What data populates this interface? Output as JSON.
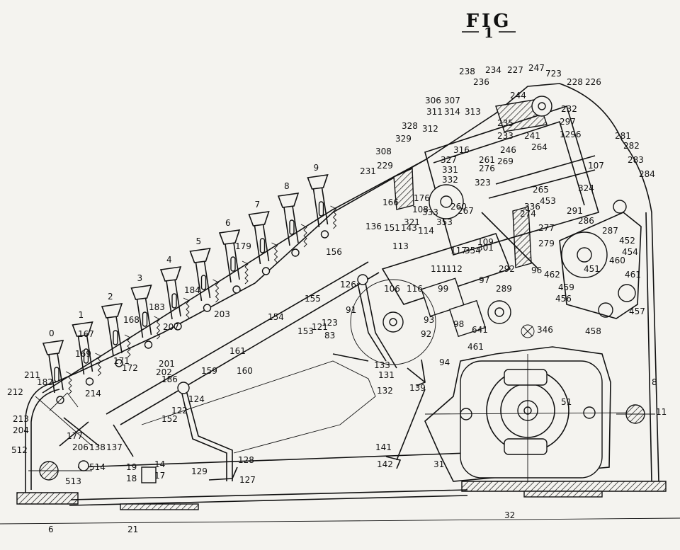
{
  "figure": {
    "title": "FIG",
    "number": "1"
  },
  "key_labels": [
    "0",
    "1",
    "2",
    "3",
    "4",
    "5",
    "6",
    "7",
    "8",
    "9"
  ],
  "reference_numerals": [
    "723",
    "247",
    "238",
    "234",
    "227",
    "236",
    "228",
    "226",
    "306",
    "307",
    "244",
    "232",
    "311",
    "314",
    "313",
    "297",
    "1296",
    "328",
    "312",
    "235",
    "233",
    "281",
    "329",
    "316",
    "241",
    "282",
    "308",
    "327",
    "261",
    "264",
    "229",
    "331",
    "276",
    "246",
    "269",
    "283",
    "231",
    "332",
    "323",
    "107",
    "284",
    "166",
    "176",
    "265",
    "108",
    "336",
    "324",
    "260",
    "333",
    "274",
    "453",
    "291",
    "267",
    "286",
    "321",
    "353",
    "277",
    "287",
    "136",
    "151",
    "143",
    "114",
    "109",
    "452",
    "179",
    "113",
    "117",
    "354",
    "301",
    "279",
    "454",
    "156",
    "451",
    "96",
    "460",
    "184",
    "111",
    "112",
    "292",
    "462",
    "106",
    "116",
    "97",
    "461",
    "289",
    "99",
    "459",
    "126",
    "456",
    "183",
    "203",
    "207",
    "154",
    "155",
    "457",
    "91",
    "641",
    "346",
    "93",
    "98",
    "92",
    "123",
    "83",
    "161",
    "153",
    "121",
    "458",
    "461",
    "94",
    "133",
    "131",
    "132",
    "139",
    "51",
    "211",
    "182",
    "201",
    "202",
    "159",
    "160",
    "212",
    "214",
    "186",
    "124",
    "122",
    "213",
    "204",
    "177",
    "138",
    "137",
    "152",
    "8",
    "11",
    "512",
    "206",
    "514",
    "141",
    "31",
    "142",
    "128",
    "19",
    "14",
    "129",
    "513",
    "18",
    "17",
    "127",
    "6",
    "21",
    "32",
    "167",
    "168",
    "169",
    "171",
    "172"
  ]
}
